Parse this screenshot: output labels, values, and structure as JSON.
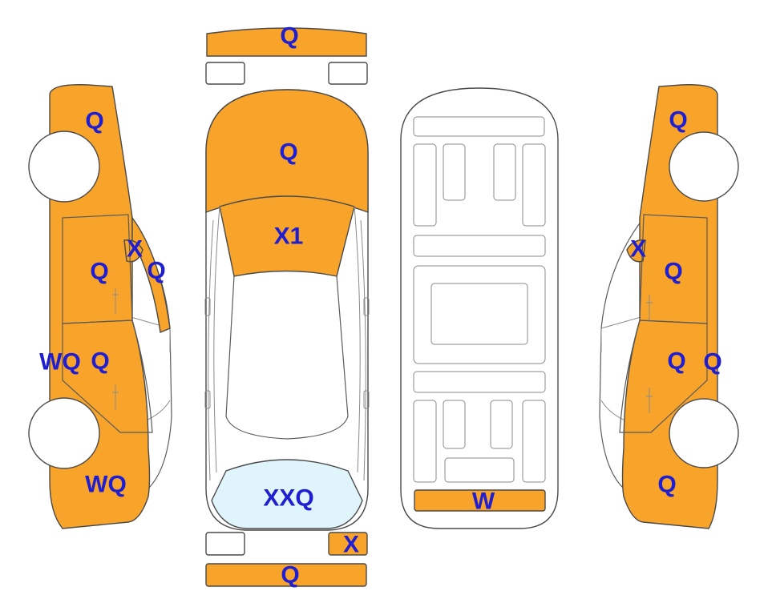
{
  "colors": {
    "damaged": "#f8a42a",
    "glass": "#dff4fb",
    "panel": "#ffffff",
    "outline": "#4a4a4a",
    "code_text": "#1f1fd1"
  },
  "codes": {
    "front_bumper": "Q",
    "hood": "Q",
    "windshield": "X1",
    "rear_glass": "XXQ",
    "rear_right_lamp": "X",
    "rear_bumper": "Q",
    "trunk_floor": "W",
    "left_front_fender": "Q",
    "left_mirror": "X",
    "left_pillar": "Q",
    "left_front_door": "Q",
    "left_rocker": "WQ",
    "left_rear_door": "Q",
    "left_rear_quarter": "WQ",
    "right_front_fender": "Q",
    "right_mirror": "X",
    "right_front_door": "Q",
    "right_rear_door": "Q",
    "right_rocker": "Q",
    "right_rear_quarter": "Q"
  }
}
